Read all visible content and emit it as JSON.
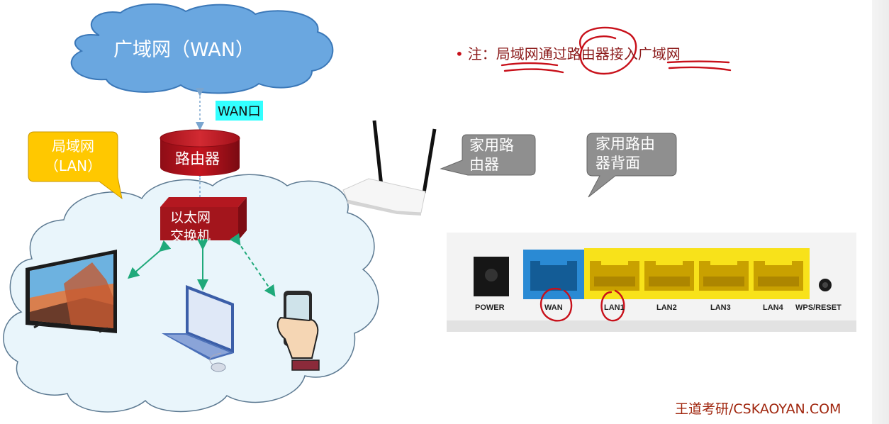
{
  "wan_cloud": {
    "label": "广域网（WAN）"
  },
  "wan_port": {
    "label": "WAN口"
  },
  "router": {
    "label": "路由器"
  },
  "lan_callout": {
    "line1": "局域网",
    "line2": "（LAN）"
  },
  "switch": {
    "line1": "以太网",
    "line2": "交换机"
  },
  "home_router_callout": {
    "line1": "家用路",
    "line2": "由器"
  },
  "router_back_callout": {
    "line1": "家用路由",
    "line2": "器背面"
  },
  "note": {
    "bullet": "•",
    "text": "注：局域网通过路由器接入广域网"
  },
  "ports": {
    "power": "POWER",
    "wan": "WAN",
    "lan1": "LAN1",
    "lan2": "LAN2",
    "lan3": "LAN3",
    "lan4": "LAN4",
    "wps": "WPS/RESET"
  },
  "watermark": "王道考研/CSKAOYAN.COM",
  "colors": {
    "wan_cloud": "#6aa7e0",
    "lan_cloud": "#e9f5fb",
    "router": "#c0151f",
    "switch": "#a3151c",
    "callout_yellow": "#ffc800",
    "callout_gray": "#8f8f8f",
    "port_blue": "#2a8ad4",
    "port_yellow": "#f8e21a",
    "annotation_red": "#c8101a"
  }
}
